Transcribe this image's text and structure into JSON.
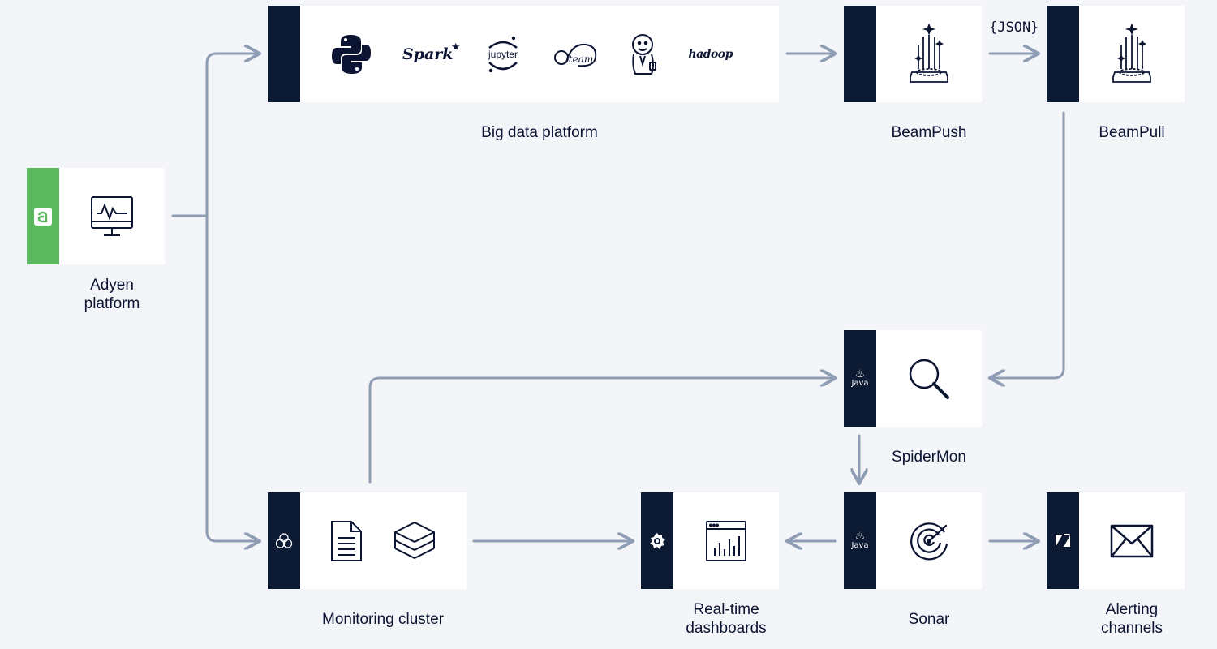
{
  "nodes": {
    "adyen": {
      "label": "Adyen\nplatform",
      "strip_logo": "adyen-logo-icon",
      "icon": "monitor-chart-icon",
      "strip_color": "#5ab95e"
    },
    "big_data": {
      "label": "Big data platform",
      "logos": [
        "python-logo-icon",
        "spark-logo-icon",
        "jupyter-logo-icon",
        "team-logo-icon",
        "jenkins-logo-icon",
        "hadoop-logo-icon"
      ],
      "logo_texts": {
        "spark": "Spark",
        "jupyter": "jupyter",
        "team": "team",
        "hadoop": "hadoop"
      }
    },
    "beampush": {
      "label": "BeamPush",
      "icon": "beam-icon"
    },
    "beampull": {
      "label": "BeamPull",
      "icon": "beam-icon"
    },
    "spidermon": {
      "label": "SpiderMon",
      "strip_logo_text": "Java",
      "icon": "magnifier-icon"
    },
    "monitoring": {
      "label": "Monitoring cluster",
      "strip_logo": "cluster-logo-icon",
      "icons": [
        "document-icon",
        "layers-icon"
      ]
    },
    "dashboards": {
      "label": "Real-time\ndashboards",
      "strip_logo": "grafana-logo-icon",
      "icon": "dashboard-chart-icon"
    },
    "sonar": {
      "label": "Sonar",
      "strip_logo_text": "Java",
      "icon": "radar-icon"
    },
    "alerting": {
      "label": "Alerting\nchannels",
      "strip_logo": "zendesk-logo-icon",
      "icon": "envelope-icon"
    }
  },
  "edge_labels": {
    "json": "{JSON}"
  },
  "colors": {
    "strip": "#0c1a33",
    "adyen_green": "#5ab95e",
    "connector": "#8e9cb4",
    "background": "#f4f5f9",
    "text": "#0c1433"
  }
}
